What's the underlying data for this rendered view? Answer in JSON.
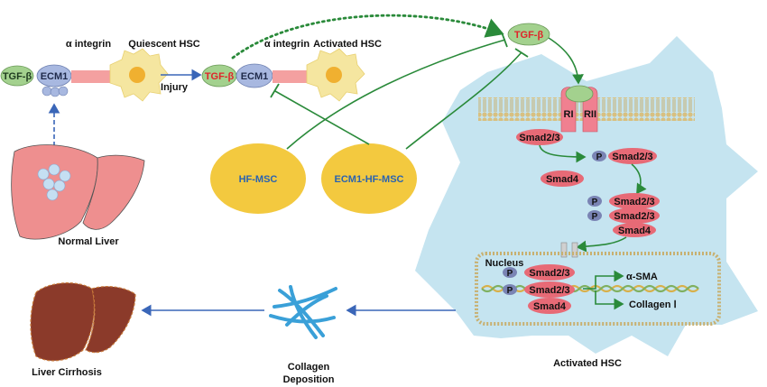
{
  "colors": {
    "tgf_fill": "#a3d18e",
    "tgf_text_left": "#1f3b1f",
    "tgf_text_red": "#e0242a",
    "ecm1_fill": "#a8b8e0",
    "hsc_cell": "#f5e6a0",
    "hsc_nucleus": "#f0b030",
    "link_bar": "#f4a0a0",
    "liver": "#ee8f8f",
    "cirrhosis": "#8b3a2a",
    "msc_fill": "#f3c93f",
    "msc_text": "#2a63b0",
    "activated_cell": "#c5e4f0",
    "smad": "#e76a76",
    "phospho": "#7a84b4",
    "receptor": "#f08090",
    "membrane": "#d8c080",
    "green_arrow": "#2a8a3a",
    "blue_arrow": "#3a66b8",
    "collagen": "#3aa0d8"
  },
  "labels": {
    "tgf_beta": "TGF-β",
    "ecm1": "ECM1",
    "alpha_integrin": "α integrin",
    "quiescent_hsc": "Quiescent HSC",
    "activated_hsc_top": "Activated HSC",
    "injury": "Injury",
    "normal_liver": "Normal Liver",
    "hf_msc": "HF-MSC",
    "ecm1_hf_msc": "ECM1-HF-MSC",
    "receptor_1": "RI",
    "receptor_2": "RII",
    "smad23": "Smad2/3",
    "smad4": "Smad4",
    "phospho": "P",
    "nucleus": "Nucleus",
    "alpha_sma": "α-SMA",
    "collagen_1": "Collagen Ⅰ",
    "liver_cirrhosis": "Liver Cirrhosis",
    "collagen_deposition_1": "Collagen",
    "collagen_deposition_2": "Deposition",
    "activated_hsc_bottom": "Activated HSC"
  }
}
